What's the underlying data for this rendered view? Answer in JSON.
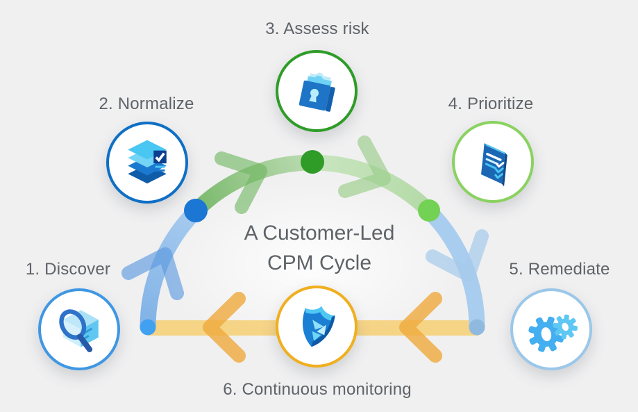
{
  "diagram": {
    "title_line1": "A Customer-Led",
    "title_line2": "CPM Cycle",
    "steps": [
      {
        "label": "1. Discover",
        "icon": "magnifier-cube-icon",
        "accent": "#3F97E4"
      },
      {
        "label": "2. Normalize",
        "icon": "layer-stack-check-icon",
        "accent": "#0F6FC5"
      },
      {
        "label": "3. Assess risk",
        "icon": "locked-folder-icon",
        "accent": "#2F9C28"
      },
      {
        "label": "4. Prioritize",
        "icon": "checklist-panel-icon",
        "accent": "#8AD260"
      },
      {
        "label": "5. Remediate",
        "icon": "gears-icon",
        "accent": "#9BC7E9"
      },
      {
        "label": "6. Continuous monitoring",
        "icon": "shield-icon",
        "accent": "#EFAF1F"
      }
    ],
    "flow": {
      "top_arc_direction": "clockwise",
      "bottom_band_direction": "right-to-left",
      "arc_segment_colors": {
        "discover_to_normalize": [
          "#80B2E6",
          "#A7CBEF"
        ],
        "normalize_to_assess": [
          "#79B96B",
          "#BCDBB2"
        ],
        "assess_to_prioritize": [
          "#C9E5C0",
          "#B4DAA7"
        ],
        "prioritize_to_remediate": [
          "#A9CDEE",
          "#A9CDEE"
        ]
      },
      "marker_dot_colors": {
        "start_cap": "#42A0F1",
        "normalize": "#1B76D4",
        "assess_risk": "#2F9C28",
        "prioritize": "#73D153",
        "end_cap": "#8FB9DF"
      },
      "arrow_colors": {
        "blue_chevron": "#5897DE",
        "green_chevron": "#6FB761",
        "light_green_chevron": "#9CCE8C",
        "light_blue_chevron": "#A6CBEB",
        "yellow_chevron": "#EFA93B"
      },
      "return_band_color": "#F6CC68"
    },
    "colors": {
      "background": "#F0F0F1",
      "text": "#5E6368"
    }
  }
}
